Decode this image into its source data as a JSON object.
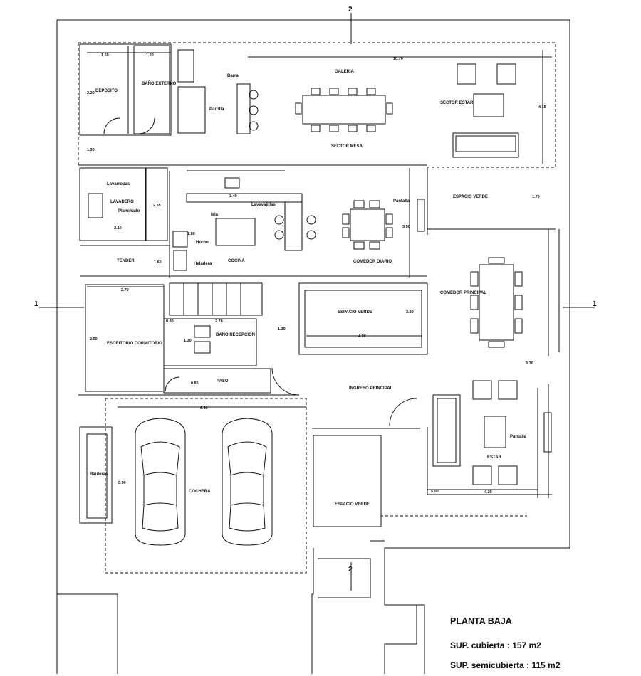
{
  "title": "PLANTA BAJA",
  "areas": [
    {
      "label": "SUP. cubierta : 157 m2"
    },
    {
      "label": "SUP. semicubierta : 115 m2"
    }
  ],
  "axes": {
    "one": "1",
    "two": "2"
  },
  "rooms": {
    "deposito": "DEPOSITO",
    "bano_externo": "BAÑO EXTERNO",
    "barra": "Barra",
    "parrilla": "Parrilla",
    "galeria": "GALERIA",
    "sector_mesa": "SECTOR MESA",
    "sector_estar": "SECTOR ESTAR",
    "lavadero": "LAVADERO",
    "lavarropas": "Lavarropas",
    "planchado": "Planchado",
    "lavavajillas": "Lavavajillas",
    "isla": "Isla",
    "horno": "Horno",
    "heladera": "Heladera",
    "cocina": "COCINA",
    "comedor_diario": "COMEDOR DIARIO",
    "pantalla_1": "Pantalla",
    "espacio_verde_1": "ESPACIO VERDE",
    "tender": "TENDER",
    "escritorio": "ESCRITORIO DORMITORIO",
    "bano_recepcion": "BAÑO RECEPCION",
    "espacio_verde_2": "ESPACIO VERDE",
    "comedor_principal": "COMEDOR PRINCIPAL",
    "paso": "PASO",
    "ingreso": "INGRESO PRINCIPAL",
    "pantalla_2": "Pantalla",
    "estar": "ESTAR",
    "bauleras": "Bauleras",
    "cochera": "COCHERA",
    "espacio_verde_3": "ESPACIO VERDE"
  },
  "dims": {
    "d150": "1.50",
    "d120": "1.20",
    "d1070": "10.70",
    "d220": "2.20",
    "d415": "4.15",
    "d130a": "1.30",
    "d340": "3.40",
    "d235": "2.35",
    "d210": "2.10",
    "d180": "1.80",
    "d170": "1.70",
    "d350": "3.50",
    "d160": "1.60",
    "d270": "2.70",
    "d080": "0.80",
    "d278": "2.78",
    "d130b": "1.30",
    "d130c": "1.30",
    "d260": "2.60",
    "d400": "4.00",
    "d280": "2.80",
    "d330": "3.30",
    "d590": "5.90",
    "d085": "0.85",
    "d680": "6.80",
    "d500": "5.00",
    "d420": "4.20"
  }
}
